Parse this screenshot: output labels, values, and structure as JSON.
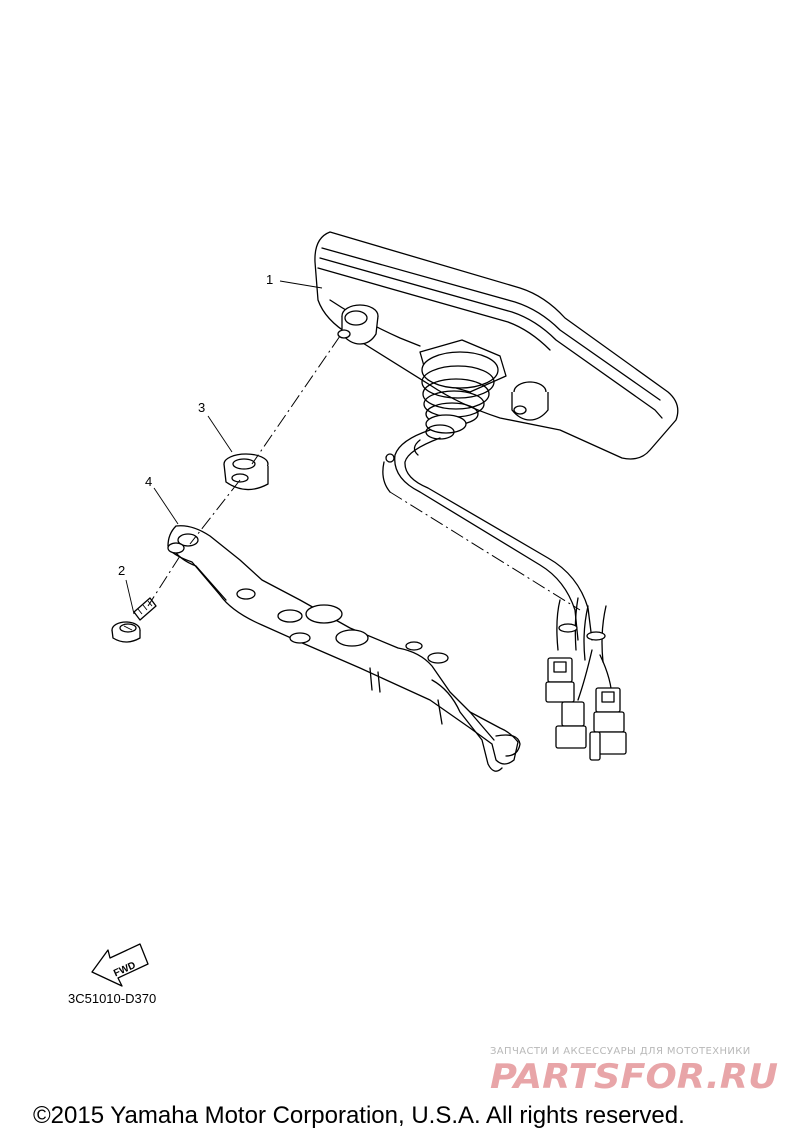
{
  "callouts": [
    {
      "id": "1",
      "label": "1"
    },
    {
      "id": "2",
      "label": "2"
    },
    {
      "id": "3",
      "label": "3"
    },
    {
      "id": "4",
      "label": "4"
    }
  ],
  "fwd_label": "FWD",
  "diagram_code": "3C51010-D370",
  "watermark": {
    "tagline": "ЗАПЧАСТИ И АКСЕССУАРЫ ДЛЯ МОТОТЕХНИКИ",
    "logo_text": "PARTSFOR.RU",
    "color": "#e8a5a8"
  },
  "copyright": "©2015 Yamaha Motor Corporation, U.S.A. All rights reserved."
}
